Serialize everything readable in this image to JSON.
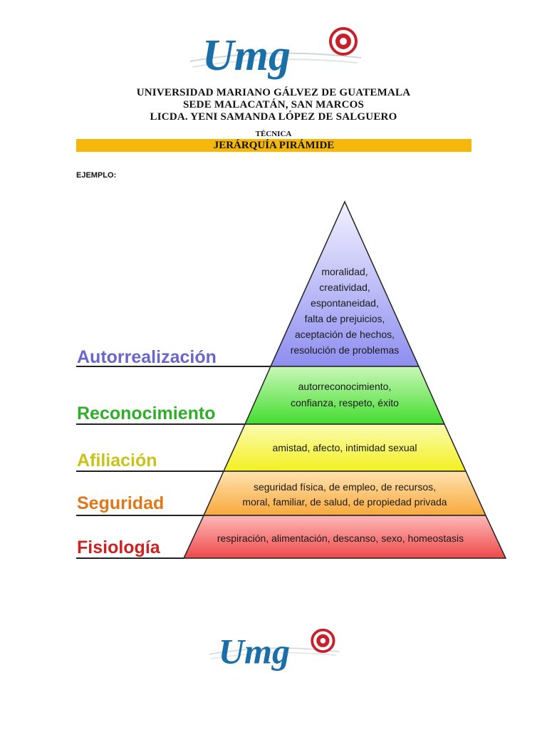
{
  "header": {
    "line1": "UNIVERSIDAD MARIANO GÁLVEZ DE GUATEMALA",
    "line2": "SEDE MALACATÁN, SAN MARCOS",
    "line3": "LICDA. YENI SAMANDA LÓPEZ DE SALGUERO",
    "tecnica": "TÉCNICA",
    "banner_title": "JERÁRQUÍA PIRÁMIDE",
    "ejemplo": "EJEMPLO:"
  },
  "logo": {
    "text": "Umg",
    "accent": "#1b6fa8",
    "seal": "#c8202a"
  },
  "pyramid": {
    "levels": [
      {
        "label": "Autorrealización",
        "label_color": "#6a67c9",
        "lines": [
          "moralidad,",
          "creatividad,",
          "espontaneidad,",
          "falta de prejuicios,",
          "aceptación de hechos,",
          "resolución de problemas"
        ]
      },
      {
        "label": "Reconocimiento",
        "label_color": "#2fae2a",
        "lines": [
          "autorreconocimiento,",
          "confianza, respeto, éxito"
        ]
      },
      {
        "label": "Afiliación",
        "label_color": "#c8c21a",
        "lines": [
          "amistad, afecto, intimidad sexual"
        ]
      },
      {
        "label": "Seguridad",
        "label_color": "#e0781a",
        "lines": [
          "seguridad física, de empleo, de recursos,",
          "moral, familiar, de salud, de propiedad privada"
        ]
      },
      {
        "label": "Fisiología",
        "label_color": "#cc2222",
        "lines": [
          "respiración, alimentación, descanso, sexo, homeostasis"
        ]
      }
    ]
  }
}
